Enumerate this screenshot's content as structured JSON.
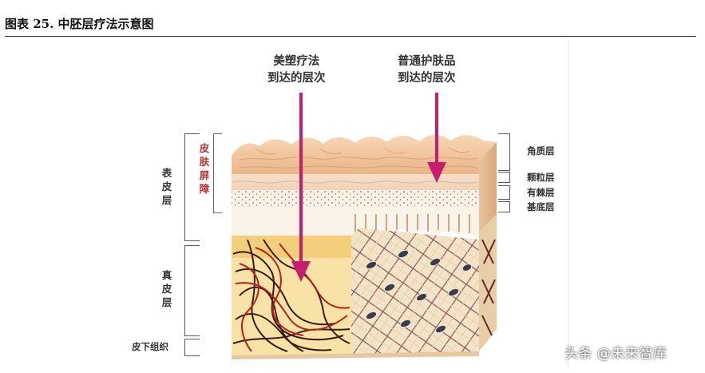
{
  "caption": "图表 25. 中胚层疗法示意图",
  "arrows": {
    "mesotherapy": {
      "line1": "美塑疗法",
      "line2": "到达的层次"
    },
    "skincare": {
      "line1": "普通护肤品",
      "line2": "到达的层次"
    }
  },
  "left_labels": {
    "epidermis": "表皮层",
    "barrier": "皮肤屏障",
    "dermis": "真皮层",
    "subcutaneous": "皮下组织"
  },
  "right_labels": {
    "stratum_corneum": "角质层",
    "stratum_granulosum": "颗粒层",
    "stratum_spinosum": "有棘层",
    "stratum_basale": "基底层"
  },
  "watermark": "头条 @未来智库",
  "colors": {
    "arrow": "#c81c6e",
    "barrier_text": "#b5342f",
    "corneum": "#f3c9a0",
    "dermis_left": "#f6d88c",
    "dermis_right": "#f2e0c0",
    "fiber": "#3a1a12",
    "fiber_red": "#b3231c"
  },
  "icons": {
    "arrow_down": "arrow-down-icon"
  }
}
